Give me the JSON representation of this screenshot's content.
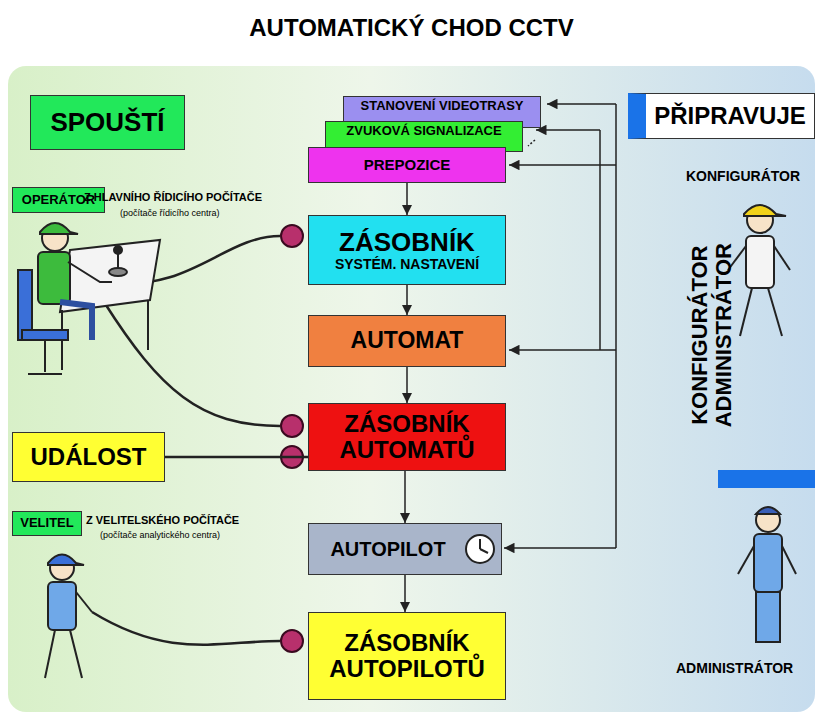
{
  "diagram": {
    "title": "AUTOMATICKÝ CHOD CCTV",
    "nodes": [
      {
        "text": [
          "SPOUŠTÍ"
        ]
      },
      {
        "text": [
          "STANOVENÍ VIDEOTRASY"
        ]
      },
      {
        "text": [
          "ZVUKOVÁ SIGNALIZACE"
        ]
      },
      {
        "text": [
          "PREPOZICE"
        ]
      },
      {
        "text": [
          "PŘIPRAVUJE"
        ]
      },
      {
        "text": [
          "OPERÁTOR"
        ]
      },
      {
        "text": [
          "ZÁSOBNÍK",
          "SYSTÉM. NASTAVENÍ"
        ]
      },
      {
        "text": [
          "AUTOMAT"
        ]
      },
      {
        "text": [
          "ZÁSOBNÍK AUTOMATŮ"
        ]
      },
      {
        "text": [
          "UDÁLOST"
        ]
      },
      {
        "text": [
          "VELITEL"
        ]
      },
      {
        "text": [
          "AUTOPILOT"
        ]
      },
      {
        "text": [
          "ZÁSOBNÍK AUTOPILOTŮ"
        ]
      }
    ],
    "edges": [
      {
        "from": 3,
        "to": 6,
        "arrow": "to"
      },
      {
        "from": 6,
        "to": 7,
        "arrow": "to"
      },
      {
        "from": 7,
        "to": 8,
        "arrow": "to"
      },
      {
        "from": 8,
        "to": 11,
        "arrow": "to"
      },
      {
        "from": 11,
        "to": 12,
        "arrow": "to"
      },
      {
        "from": 9,
        "to": 8,
        "arrow": "none"
      }
    ],
    "labels": [
      "Z HLAVNÍHO ŘÍDICÍHO POČÍTAČE",
      "(počítače řídicího centra)",
      "Z VELITELSKÉHO POČÍTAČE",
      "(počítače analytického centra)",
      "KONFIGURÁTOR",
      "KONFIGURÁTOR ADMINISTRÁTOR",
      "ADMINISTRÁTOR"
    ]
  }
}
